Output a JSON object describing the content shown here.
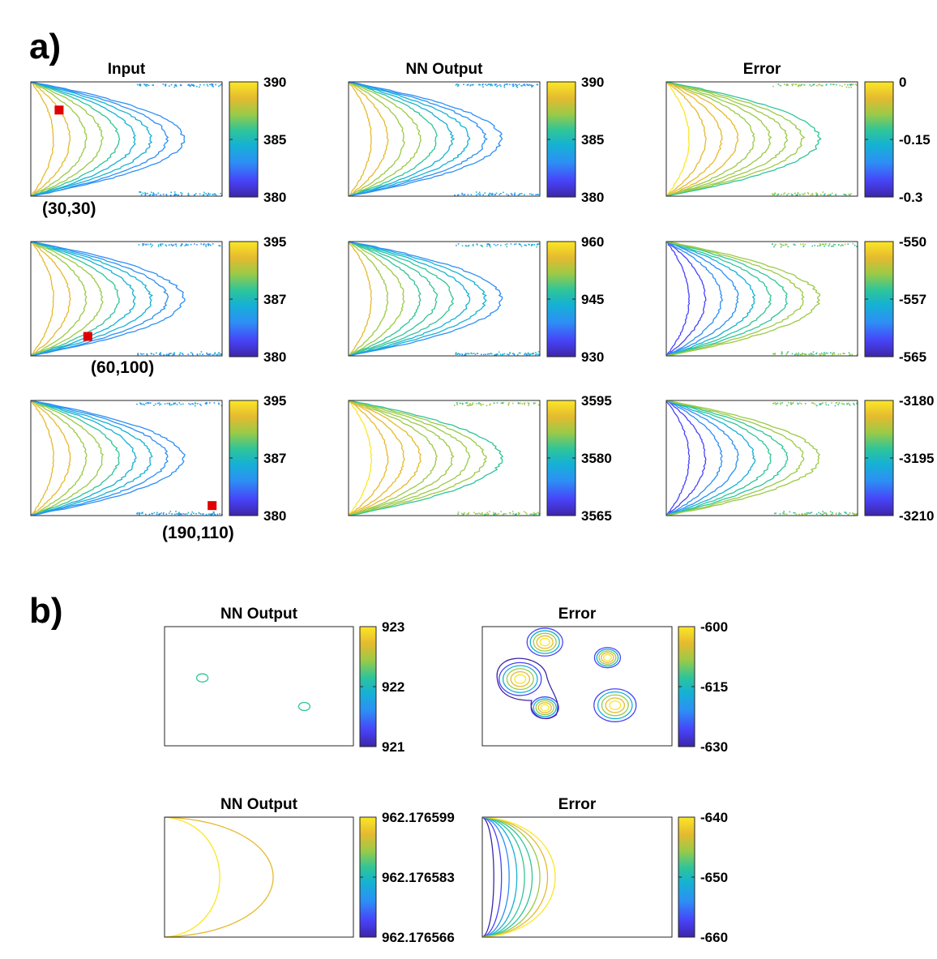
{
  "figure": {
    "panel_labels": [
      "a)",
      "b)"
    ],
    "colormap": [
      "#3e26a8",
      "#4743f8",
      "#2d8ff5",
      "#15b1d4",
      "#2fc598",
      "#9bca47",
      "#e5ba2f",
      "#fbe726"
    ]
  },
  "chart_data": [
    {
      "id": "a-r1-input",
      "type": "contour",
      "pattern": "parabolas",
      "title": "Input",
      "colorbar": {
        "ticks": [
          "390",
          "385",
          "380"
        ]
      },
      "marker": {
        "coord_label": "(30,30)",
        "at": [
          30,
          30
        ]
      }
    },
    {
      "id": "a-r1-nn",
      "type": "contour",
      "pattern": "parabolas",
      "title": "NN Output",
      "colorbar": {
        "ticks": [
          "390",
          "385",
          "380"
        ]
      }
    },
    {
      "id": "a-r1-error",
      "type": "contour",
      "pattern": "parabolas",
      "title": "Error",
      "colorbar": {
        "ticks": [
          "0",
          "-0.15",
          "-0.3"
        ]
      }
    },
    {
      "id": "a-r2-input",
      "type": "contour",
      "pattern": "parabolas",
      "title": "",
      "colorbar": {
        "ticks": [
          "395",
          "387",
          "380"
        ]
      },
      "marker": {
        "coord_label": "(60,100)",
        "at": [
          60,
          100
        ]
      }
    },
    {
      "id": "a-r2-nn",
      "type": "contour",
      "pattern": "parabolas",
      "title": "",
      "colorbar": {
        "ticks": [
          "960",
          "945",
          "930"
        ]
      }
    },
    {
      "id": "a-r2-error",
      "type": "contour",
      "pattern": "parabolas",
      "title": "",
      "colorbar": {
        "ticks": [
          "-550",
          "-557",
          "-565"
        ]
      }
    },
    {
      "id": "a-r3-input",
      "type": "contour",
      "pattern": "parabolas",
      "title": "",
      "colorbar": {
        "ticks": [
          "395",
          "387",
          "380"
        ]
      },
      "marker": {
        "coord_label": "(190,110)",
        "at": [
          190,
          110
        ]
      }
    },
    {
      "id": "a-r3-nn",
      "type": "contour",
      "pattern": "parabolas",
      "title": "",
      "colorbar": {
        "ticks": [
          "3595",
          "3580",
          "3565"
        ]
      }
    },
    {
      "id": "a-r3-error",
      "type": "contour",
      "pattern": "parabolas",
      "title": "",
      "colorbar": {
        "ticks": [
          "-3180",
          "-3195",
          "-3210"
        ]
      }
    },
    {
      "id": "b-r1-nn",
      "type": "contour",
      "pattern": "blobs",
      "title": "NN Output",
      "colorbar": {
        "ticks": [
          "923",
          "922",
          "921"
        ]
      }
    },
    {
      "id": "b-r1-error",
      "type": "contour",
      "pattern": "blobs",
      "title": "Error",
      "colorbar": {
        "ticks": [
          "-600",
          "-615",
          "-630"
        ]
      }
    },
    {
      "id": "b-r2-nn",
      "type": "contour",
      "pattern": "half-arcs",
      "title": "NN Output",
      "colorbar": {
        "ticks": [
          "962.176599",
          "962.176583",
          "962.176566"
        ]
      }
    },
    {
      "id": "b-r2-error",
      "type": "contour",
      "pattern": "half-arcs",
      "title": "Error",
      "colorbar": {
        "ticks": [
          "-640",
          "-650",
          "-660"
        ]
      }
    }
  ]
}
